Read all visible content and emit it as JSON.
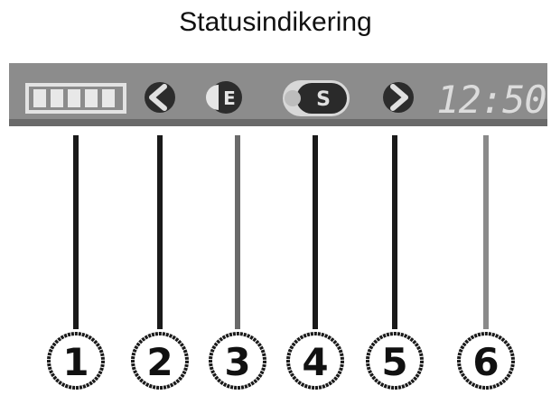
{
  "title": "Statusindikering",
  "status_bar": {
    "time": "12:50",
    "indicator_4_letter": "S"
  },
  "callouts": [
    {
      "number": "1",
      "target": "battery-icon"
    },
    {
      "number": "2",
      "target": "arrow-left-icon"
    },
    {
      "number": "3",
      "target": "indicator-e-icon"
    },
    {
      "number": "4",
      "target": "indicator-s-icon"
    },
    {
      "number": "5",
      "target": "arrow-right-icon"
    },
    {
      "number": "6",
      "target": "clock-display"
    }
  ],
  "colors": {
    "bar": "#8a8a8a",
    "bar_dark": "#5e5e5e",
    "icon_light": "#d8d8d8",
    "icon_dark": "#2a2a2a",
    "line": "#1a1a1a"
  }
}
